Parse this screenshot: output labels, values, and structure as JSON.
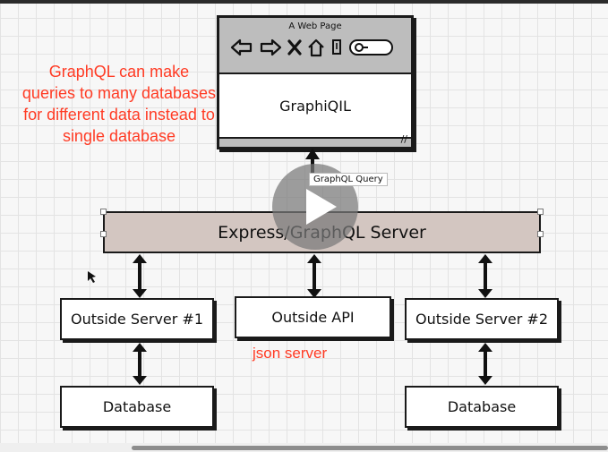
{
  "browser": {
    "title": "A Web Page",
    "body": "GraphiQIL",
    "nav_icons": [
      "back-arrow-icon",
      "forward-arrow-icon",
      "close-icon",
      "home-icon",
      "bookmark-icon",
      "search-icon"
    ]
  },
  "note": "GraphQL can make\nqueries to many databases\nfor different data instead to\nsingle database",
  "query_label": "GraphQL Query",
  "server": "Express/GraphQL Server",
  "outside_server_1": "Outside Server #1",
  "outside_api": "Outside API",
  "outside_server_2": "Outside Server #2",
  "json_label": "json server",
  "database_1": "Database",
  "database_2": "Database",
  "colors": {
    "annotation": "#ff3b24",
    "server_fill": "#d3c6c1",
    "browser_frame": "#bdbdbd",
    "ink": "#1a1a1a"
  }
}
